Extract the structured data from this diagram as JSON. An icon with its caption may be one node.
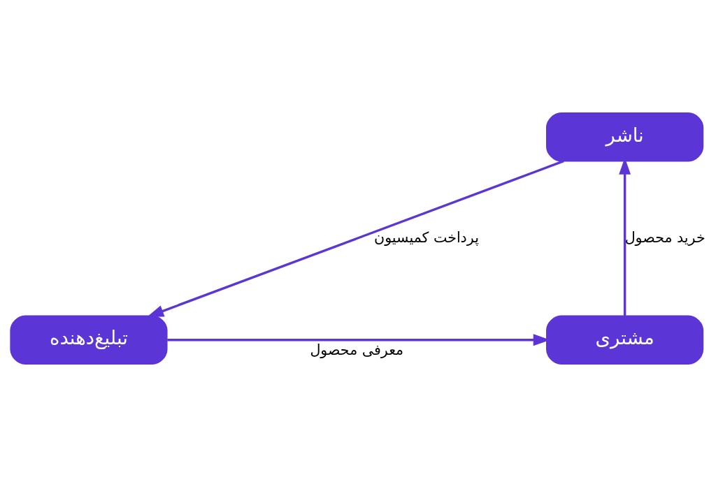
{
  "diagram": {
    "nodes": [
      {
        "text": [
          "ناشر"
        ]
      },
      {
        "text": [
          "تبلیغ‌دهنده"
        ]
      },
      {
        "text": [
          "مشتری"
        ]
      }
    ],
    "edges": [
      {
        "from": 0,
        "to": 1,
        "arrow": "to",
        "label": "پرداخت کمیسیون"
      },
      {
        "from": 1,
        "to": 2,
        "arrow": "to",
        "label": "معرفی محصول"
      },
      {
        "from": 2,
        "to": 0,
        "arrow": "to",
        "label": "خرید محصول"
      }
    ]
  }
}
